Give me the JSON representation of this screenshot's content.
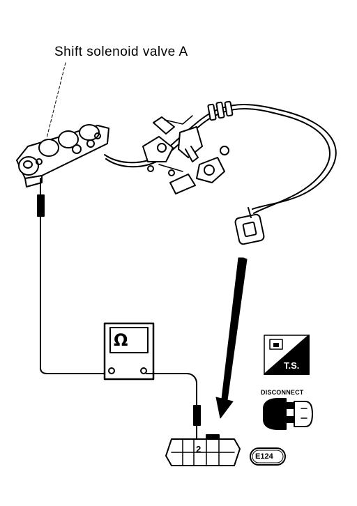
{
  "callout": {
    "text": "Shift solenoid valve A"
  },
  "meter": {
    "symbol": "Ω"
  },
  "icons": {
    "ts": "T.S.",
    "disconnect": "DISCONNECT"
  },
  "connector": {
    "pin": "2",
    "code": "E124"
  }
}
